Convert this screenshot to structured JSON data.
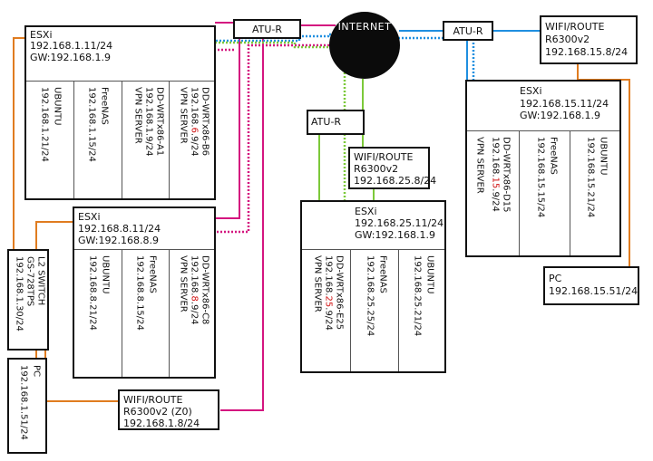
{
  "internet": {
    "label": "INTERNET"
  },
  "atu_top_left": {
    "label": "ATU-R"
  },
  "atu_top_right": {
    "label": "ATU-R"
  },
  "atu_middle": {
    "label": "ATU-R"
  },
  "esxi_1": {
    "title": "ESXi",
    "ip": "192.168.1.11/24",
    "gw": "GW:192.168.1.9",
    "vms": [
      {
        "lines": [
          "UBUNTU",
          "192.168.1.21/24"
        ]
      },
      {
        "lines": [
          "FreeNAS",
          "192.168.1.15/24"
        ]
      },
      {
        "lines": [
          "DD-WRTx86-A1",
          "192.168.1.9/24",
          "VPN SERVER"
        ]
      },
      {
        "line1": "DD-WRTx86-B6",
        "line2_pre": "192.168.",
        "line2_red": "6",
        "line2_post": ".9/24",
        "line3": "VPN SERVER"
      }
    ]
  },
  "esxi_8": {
    "title": "ESXi",
    "ip": "192.168.8.11/24",
    "gw": "GW:192.168.8.9",
    "vms": [
      {
        "lines": [
          "UBUNTU",
          "192.168.8.21/24"
        ]
      },
      {
        "lines": [
          "FreeNAS",
          "192.168.8.15/24"
        ]
      },
      {
        "line1": "DD-WRTx86-C8",
        "line2_pre": "192.168.",
        "line2_red": "8",
        "line2_post": ".9/24",
        "line3": "VPN SERVER"
      }
    ]
  },
  "esxi_25": {
    "title": "ESXi",
    "ip": "192.168.25.11/24",
    "gw": "GW:192.168.1.9",
    "vms": [
      {
        "line1": "DD-WRTx86-E25",
        "line2_pre": "192.168.",
        "line2_red": "25",
        "line2_post": ".9/24",
        "line3": "VPN SERVER"
      },
      {
        "lines": [
          "FreeNAS",
          "192.168.25.25/24"
        ]
      },
      {
        "lines": [
          "UBUNTU",
          "192.168.25.21/24"
        ]
      }
    ]
  },
  "esxi_15": {
    "title": "ESXi",
    "ip": "192.168.15.11/24",
    "gw": "GW:192.168.1.9",
    "vms": [
      {
        "line1": "DD-WRTx86-D15",
        "line2_pre": "192.168.",
        "line2_red": "15",
        "line2_post": ".9/24",
        "line3": "VPN SERVER"
      },
      {
        "lines": [
          "FreeNAS",
          "192.168.15.15/24"
        ]
      },
      {
        "lines": [
          "UBUNTU",
          "192.168.15.21/24"
        ]
      }
    ]
  },
  "wifi_15": {
    "l1": "WIFI/ROUTE",
    "l2": "R6300v2",
    "l3": "192.168.15.8/24"
  },
  "wifi_25": {
    "l1": "WIFI/ROUTE",
    "l2": "R6300v2",
    "l3": "192.168.25.8/24"
  },
  "wifi_z0": {
    "l1": "WIFI/ROUTE",
    "l2": "R6300v2 (Z0)",
    "l3": "192.168.1.8/24"
  },
  "switch": {
    "lines": [
      "L2 SWITCH",
      "GS-728TPS",
      "192.168.1.30/24"
    ]
  },
  "pc_1": {
    "lines": [
      "PC",
      "192.168.1.51/24"
    ]
  },
  "pc_15": {
    "l1": "PC",
    "l2": "192.168.15.51/24"
  },
  "colors": {
    "orange": "#e07c20",
    "magenta": "#d4157f",
    "blue": "#1f8fe0",
    "green": "#7cc93a",
    "line": "#111111",
    "red_octet": "#d01010"
  }
}
